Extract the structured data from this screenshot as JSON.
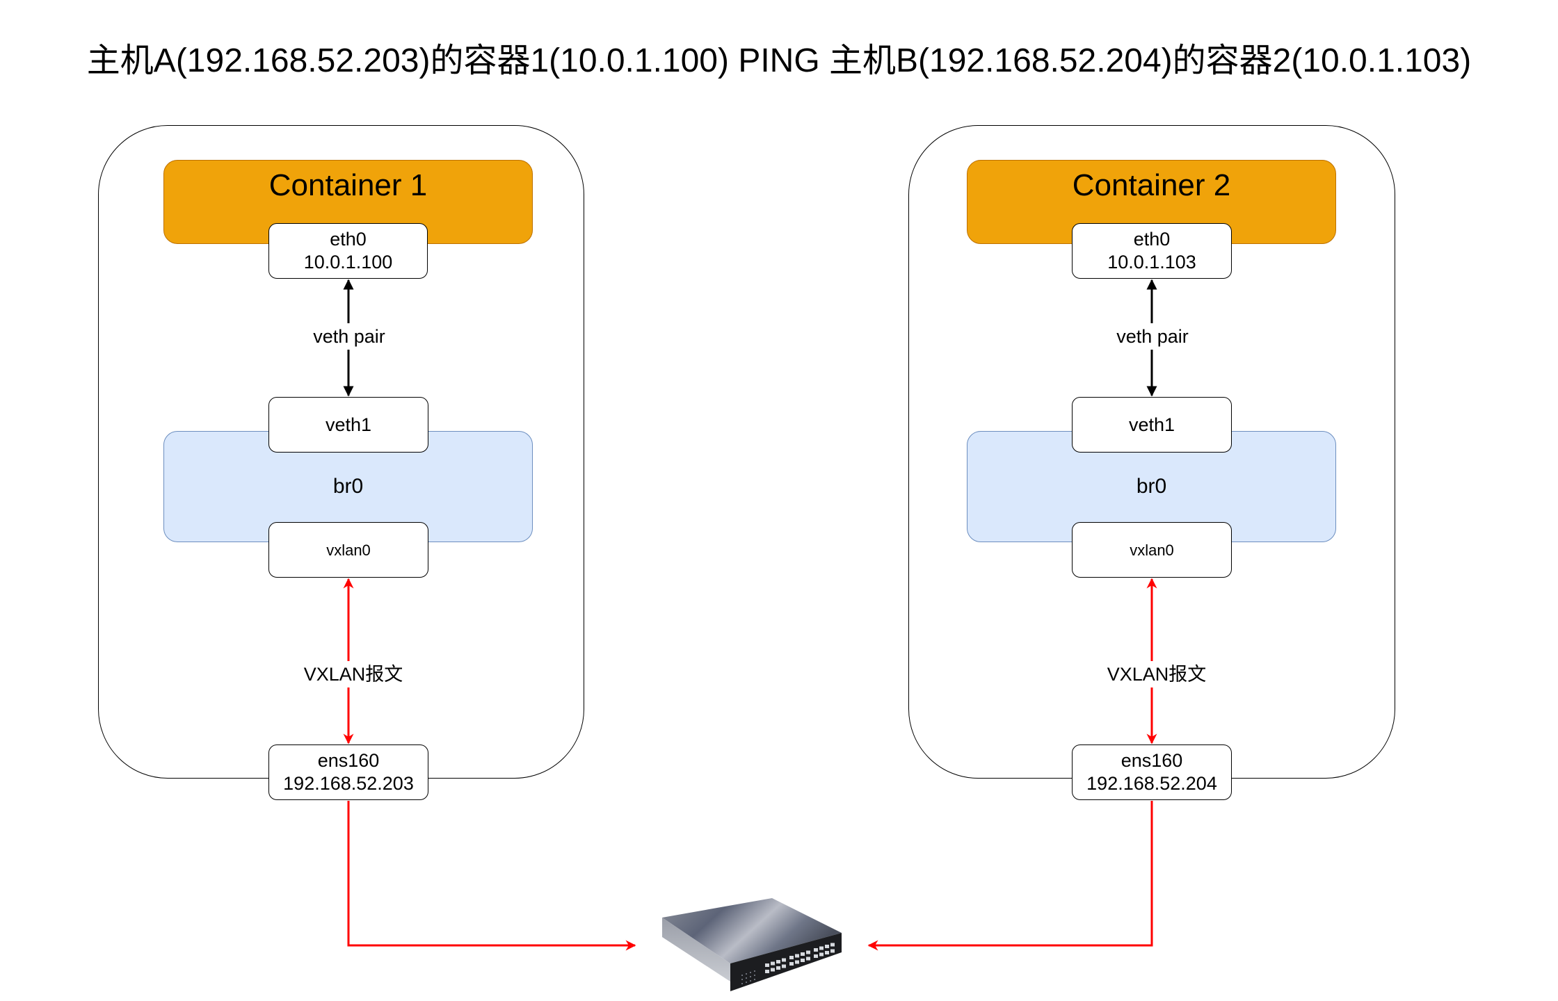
{
  "title": "主机A(192.168.52.203)的容器1(10.0.1.100) PING 主机B(192.168.52.204)的容器2(10.0.1.103)",
  "colors": {
    "container_fill": "#F0A30A",
    "container_stroke": "#BD7000",
    "bridge_fill": "#DAE8FC",
    "bridge_stroke": "#6C8EBF",
    "veth_link": "#000000",
    "vxlan_link": "#FF0000"
  },
  "hosts": [
    {
      "container_label": "Container 1",
      "eth0": {
        "name": "eth0",
        "ip": "10.0.1.100"
      },
      "veth_link_label": "veth pair",
      "veth1": {
        "name": "veth1"
      },
      "bridge_label": "br0",
      "vxlan": {
        "name": "vxlan0"
      },
      "vxlan_link_label": "VXLAN报文",
      "nic": {
        "name": "ens160",
        "ip": "192.168.52.203"
      }
    },
    {
      "container_label": "Container 2",
      "eth0": {
        "name": "eth0",
        "ip": "10.0.1.103"
      },
      "veth_link_label": "veth pair",
      "veth1": {
        "name": "veth1"
      },
      "bridge_label": "br0",
      "vxlan": {
        "name": "vxlan0"
      },
      "vxlan_link_label": "VXLAN报文",
      "nic": {
        "name": "ens160",
        "ip": "192.168.52.204"
      }
    }
  ],
  "switch": {
    "icon": "network-switch-icon"
  }
}
